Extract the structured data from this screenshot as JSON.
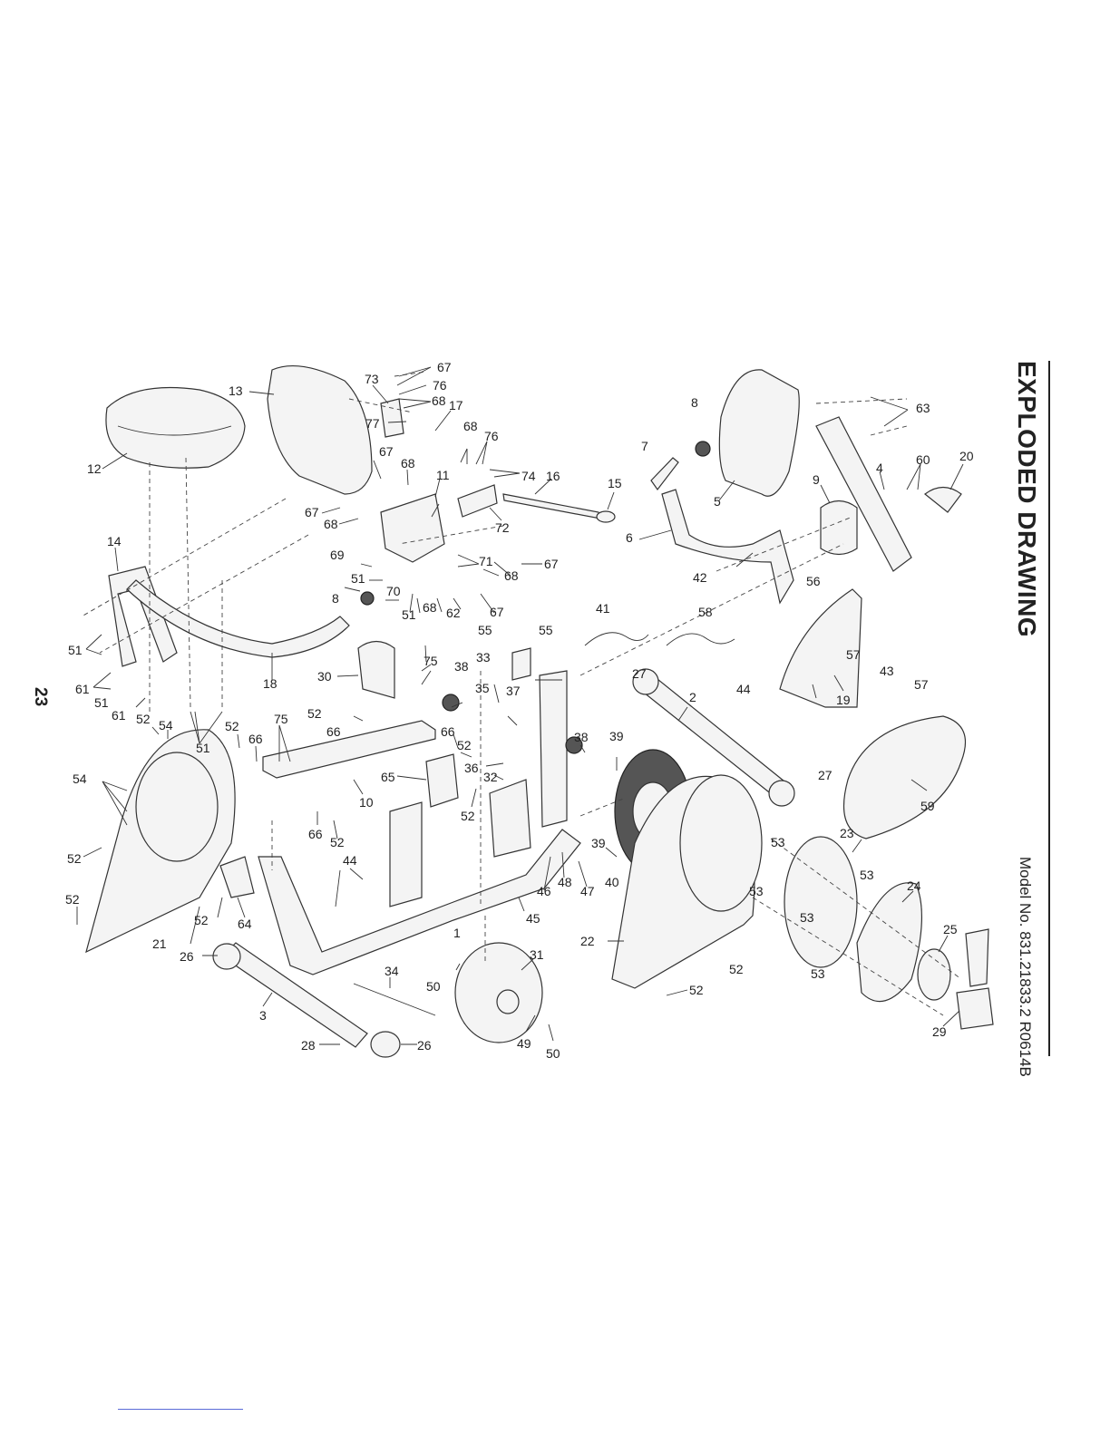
{
  "page": {
    "heading": "EXPLODED DRAWING",
    "model": "Model No. 831.21833.2 R0614B",
    "page_number": "23"
  },
  "callouts": {
    "c1": "1",
    "c2": "2",
    "c3": "3",
    "c4": "4",
    "c5": "5",
    "c6": "6",
    "c7": "7",
    "c8a": "8",
    "c8b": "8",
    "c9": "9",
    "c10": "10",
    "c11": "11",
    "c12": "12",
    "c13": "13",
    "c14": "14",
    "c15": "15",
    "c16": "16",
    "c17": "17",
    "c18": "18",
    "c19": "19",
    "c20": "20",
    "c21": "21",
    "c22": "22",
    "c23": "23",
    "c24": "24",
    "c25": "25",
    "c26a": "26",
    "c26b": "26",
    "c27a": "27",
    "c27b": "27",
    "c28": "28",
    "c29": "29",
    "c30": "30",
    "c31": "31",
    "c32": "32",
    "c33": "33",
    "c34": "34",
    "c35": "35",
    "c36": "36",
    "c37": "37",
    "c38a": "38",
    "c38b": "38",
    "c39a": "39",
    "c39b": "39",
    "c40": "40",
    "c41": "41",
    "c42": "42",
    "c43": "43",
    "c44a": "44",
    "c44b": "44",
    "c45": "45",
    "c46": "46",
    "c47": "47",
    "c48": "48",
    "c49": "49",
    "c50a": "50",
    "c50b": "50",
    "c51a": "51",
    "c51b": "51",
    "c51c": "51",
    "c51d": "51",
    "c51e": "51",
    "c52a": "52",
    "c52b": "52",
    "c52c": "52",
    "c52d": "52",
    "c52e": "52",
    "c52f": "52",
    "c52g": "52",
    "c52h": "52",
    "c52i": "52",
    "c52j": "52",
    "c53a": "53",
    "c53b": "53",
    "c53c": "53",
    "c53d": "53",
    "c53e": "53",
    "c54a": "54",
    "c54b": "54",
    "c55a": "55",
    "c55b": "55",
    "c56": "56",
    "c57a": "57",
    "c57b": "57",
    "c58": "58",
    "c59": "59",
    "c60": "60",
    "c61a": "61",
    "c61b": "61",
    "c62": "62",
    "c63": "63",
    "c64": "64",
    "c65": "65",
    "c66a": "66",
    "c66b": "66",
    "c66c": "66",
    "c67a": "67",
    "c67b": "67",
    "c67c": "67",
    "c67d": "67",
    "c67e": "67",
    "c68a": "68",
    "c68b": "68",
    "c68c": "68",
    "c68d": "68",
    "c68e": "68",
    "c68f": "68",
    "c69": "69",
    "c70": "70",
    "c71": "71",
    "c72": "72",
    "c73": "73",
    "c74": "74",
    "c75a": "75",
    "c75b": "75",
    "c76a": "76",
    "c76b": "76",
    "c77": "77"
  }
}
